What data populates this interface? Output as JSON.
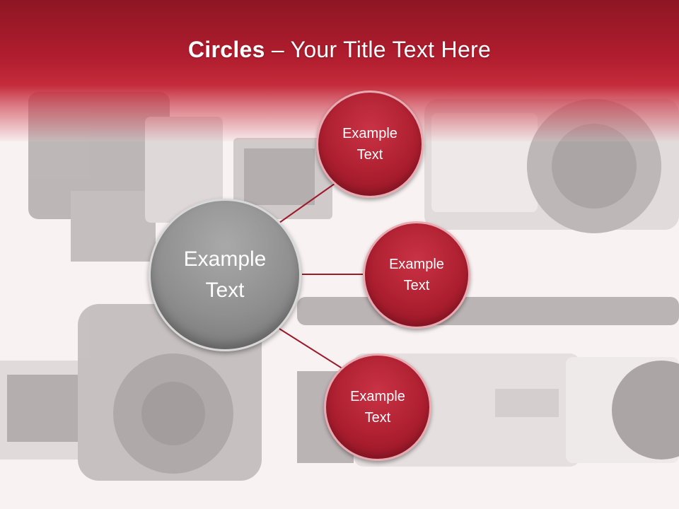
{
  "slide": {
    "title_bold": "Circles",
    "title_rest": " – Your Title Text Here"
  },
  "center_circle": {
    "label": "Example\nText"
  },
  "satellites": [
    {
      "label": "Example\nText"
    },
    {
      "label": "Example\nText"
    },
    {
      "label": "Example\nText"
    }
  ],
  "colors": {
    "header": "#b01d2e",
    "circle_red": "#ad1f30",
    "circle_grey": "#8f8f8f",
    "connector": "#9e1a2a"
  },
  "background_image": "camcorders-photo"
}
